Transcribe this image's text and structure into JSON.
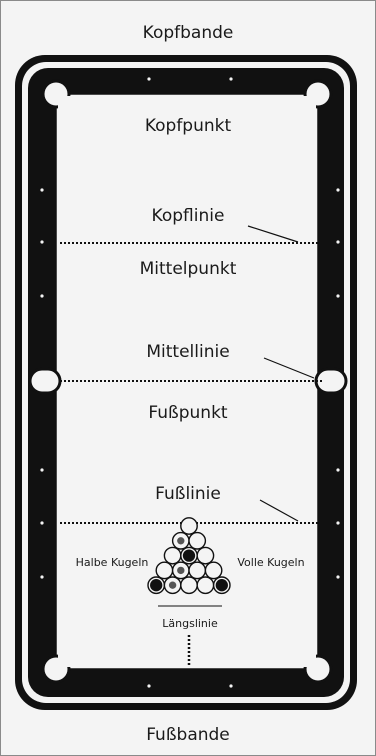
{
  "labels": {
    "head_rail": "Kopfbande",
    "head_spot": "Kopfpunkt",
    "head_string": "Kopflinie",
    "center_spot": "Mittelpunkt",
    "center_line": "Mittellinie",
    "foot_spot": "Fußpunkt",
    "foot_string": "Fußlinie",
    "stripes": "Halbe Kugeln",
    "solids": "Volle Kugeln",
    "long_string": "Längslinie",
    "foot_rail": "Fußbande"
  },
  "colors": {
    "frame_bg": "#f4f4f4",
    "rail": "#111111",
    "cloth": "#f4f4f4",
    "frame_border": "#8a8a8a"
  },
  "balls": {
    "rack_rows": 5,
    "total": 15
  }
}
